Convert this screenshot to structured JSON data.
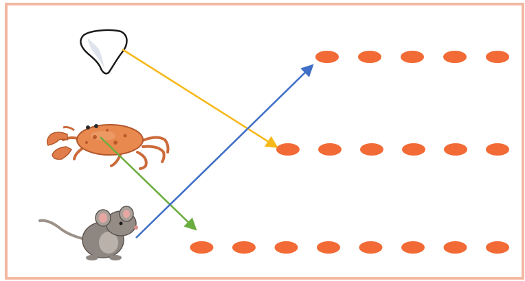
{
  "diagram": {
    "colors": {
      "border": "#f4b7a1",
      "dot": "#f26a35",
      "arrow_tooth": "#f6b91c",
      "arrow_crab": "#6aad3f",
      "arrow_mouse": "#3f6fc6"
    },
    "pictures": [
      {
        "name": "tooth-icon",
        "depicts": "tooth"
      },
      {
        "name": "crab-icon",
        "depicts": "crab"
      },
      {
        "name": "mouse-icon",
        "depicts": "mouse"
      }
    ],
    "dot_rows": [
      {
        "name": "dot-row-1",
        "count": 5
      },
      {
        "name": "dot-row-2",
        "count": 6
      },
      {
        "name": "dot-row-3",
        "count": 8
      }
    ],
    "connections": [
      {
        "name": "arrow-tooth-to-row-2",
        "from": "tooth",
        "to": "dot-row-2",
        "color_key": "arrow_tooth"
      },
      {
        "name": "arrow-crab-to-row-3",
        "from": "crab",
        "to": "dot-row-3",
        "color_key": "arrow_crab"
      },
      {
        "name": "arrow-mouse-to-row-1",
        "from": "mouse",
        "to": "dot-row-1",
        "color_key": "arrow_mouse"
      }
    ]
  }
}
